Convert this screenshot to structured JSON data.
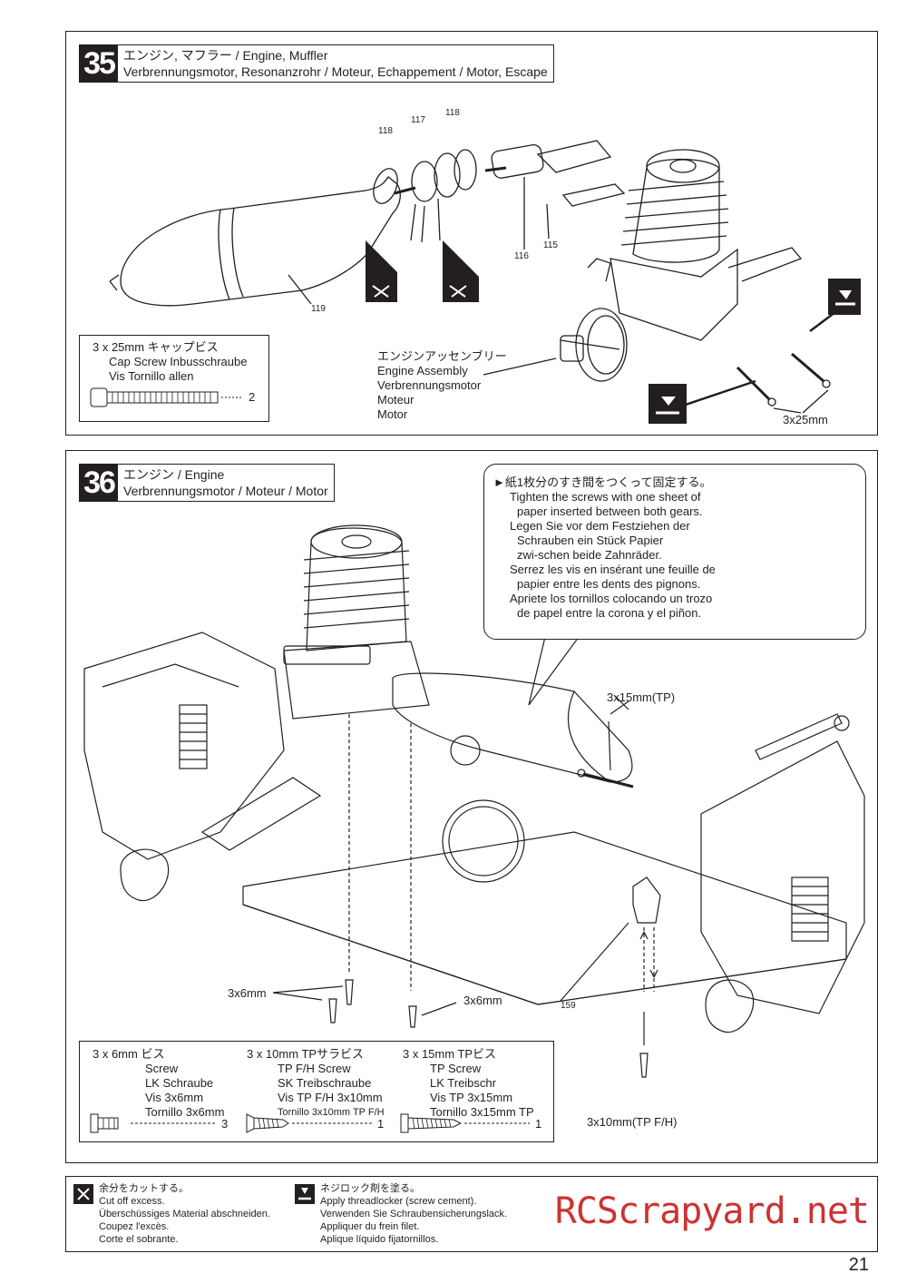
{
  "step35": {
    "number": "35",
    "title_line1": "エンジン, マフラー / Engine, Muffler",
    "title_line2": "Verbrennungsmotor, Resonanzrohr / Moteur, Echappement / Motor, Escape",
    "parts": [
      "118",
      "117",
      "118",
      "116",
      "115",
      "119"
    ],
    "screw_box": {
      "line1": "3 x 25mm  キャップビス",
      "line2": "Cap Screw    Inbusschraube",
      "line3": "Vis    Tornillo allen",
      "qty": "2"
    },
    "engine_label": {
      "line1": "エンジンアッセンブリー",
      "line2": "Engine Assembly",
      "line3": "Verbrennungsmotor",
      "line4": "Moteur",
      "line5": "Motor"
    },
    "screw_callout": "3x25mm"
  },
  "step36": {
    "number": "36",
    "title_line1": "エンジン / Engine",
    "title_line2": "Verbrennungsmotor / Moteur / Motor",
    "note": {
      "line1": "►紙1枚分のすき間をつくって固定する。",
      "line2": "Tighten the screws with one sheet of",
      "line3": "paper inserted between both gears.",
      "line4": "Legen Sie vor dem Festziehen der",
      "line5": "Schrauben ein Stück Papier",
      "line6": "zwi-schen beide Zahnräder.",
      "line7": "Serrez les vis en insérant une feuille de",
      "line8": "papier entre les dents des pignons.",
      "line9": "Apriete los tornillos colocando un trozo",
      "line10": "de papel entre la corona y el piñon."
    },
    "callout_tp15": "3x15mm(TP)",
    "callout_3x6_left": "3x6mm",
    "callout_3x6_right": "3x6mm",
    "callout_tp10": "3x10mm(TP F/H)",
    "part_159": "159",
    "screws": [
      {
        "line1": "3 x 6mm  ビス",
        "line2": "Screw",
        "line3": "LK Schraube",
        "line4": "Vis 3x6mm",
        "line5": "Tornillo 3x6mm",
        "qty": "3"
      },
      {
        "line1": "3 x 10mm  TPサラビス",
        "line2": "TP F/H Screw",
        "line3": "SK Treibschraube",
        "line4": "Vis TP F/H 3x10mm",
        "line5": "Tornillo 3x10mm TP F/H",
        "qty": "1"
      },
      {
        "line1": "3 x 15mm  TPビス",
        "line2": "TP Screw",
        "line3": "LK Treibschr",
        "line4": "Vis TP 3x15mm",
        "line5": "Tornillo 3x15mm TP",
        "qty": "1"
      }
    ]
  },
  "legend": {
    "cut": {
      "line1": "余分をカットする。",
      "line2": "Cut off excess.",
      "line3": "Überschüssiges Material abschneiden.",
      "line4": "Coupez l'excès.",
      "line5": "Corte el sobrante."
    },
    "lock": {
      "line1": "ネジロック剤を塗る。",
      "line2": "Apply threadlocker (screw cement).",
      "line3": "Verwenden Sie Schraubensicherungslack.",
      "line4": "Appliquer du frein filet.",
      "line5": "Aplique líquido fijatornillos."
    }
  },
  "watermark": "RCScrapyard.net",
  "page_number": "21"
}
